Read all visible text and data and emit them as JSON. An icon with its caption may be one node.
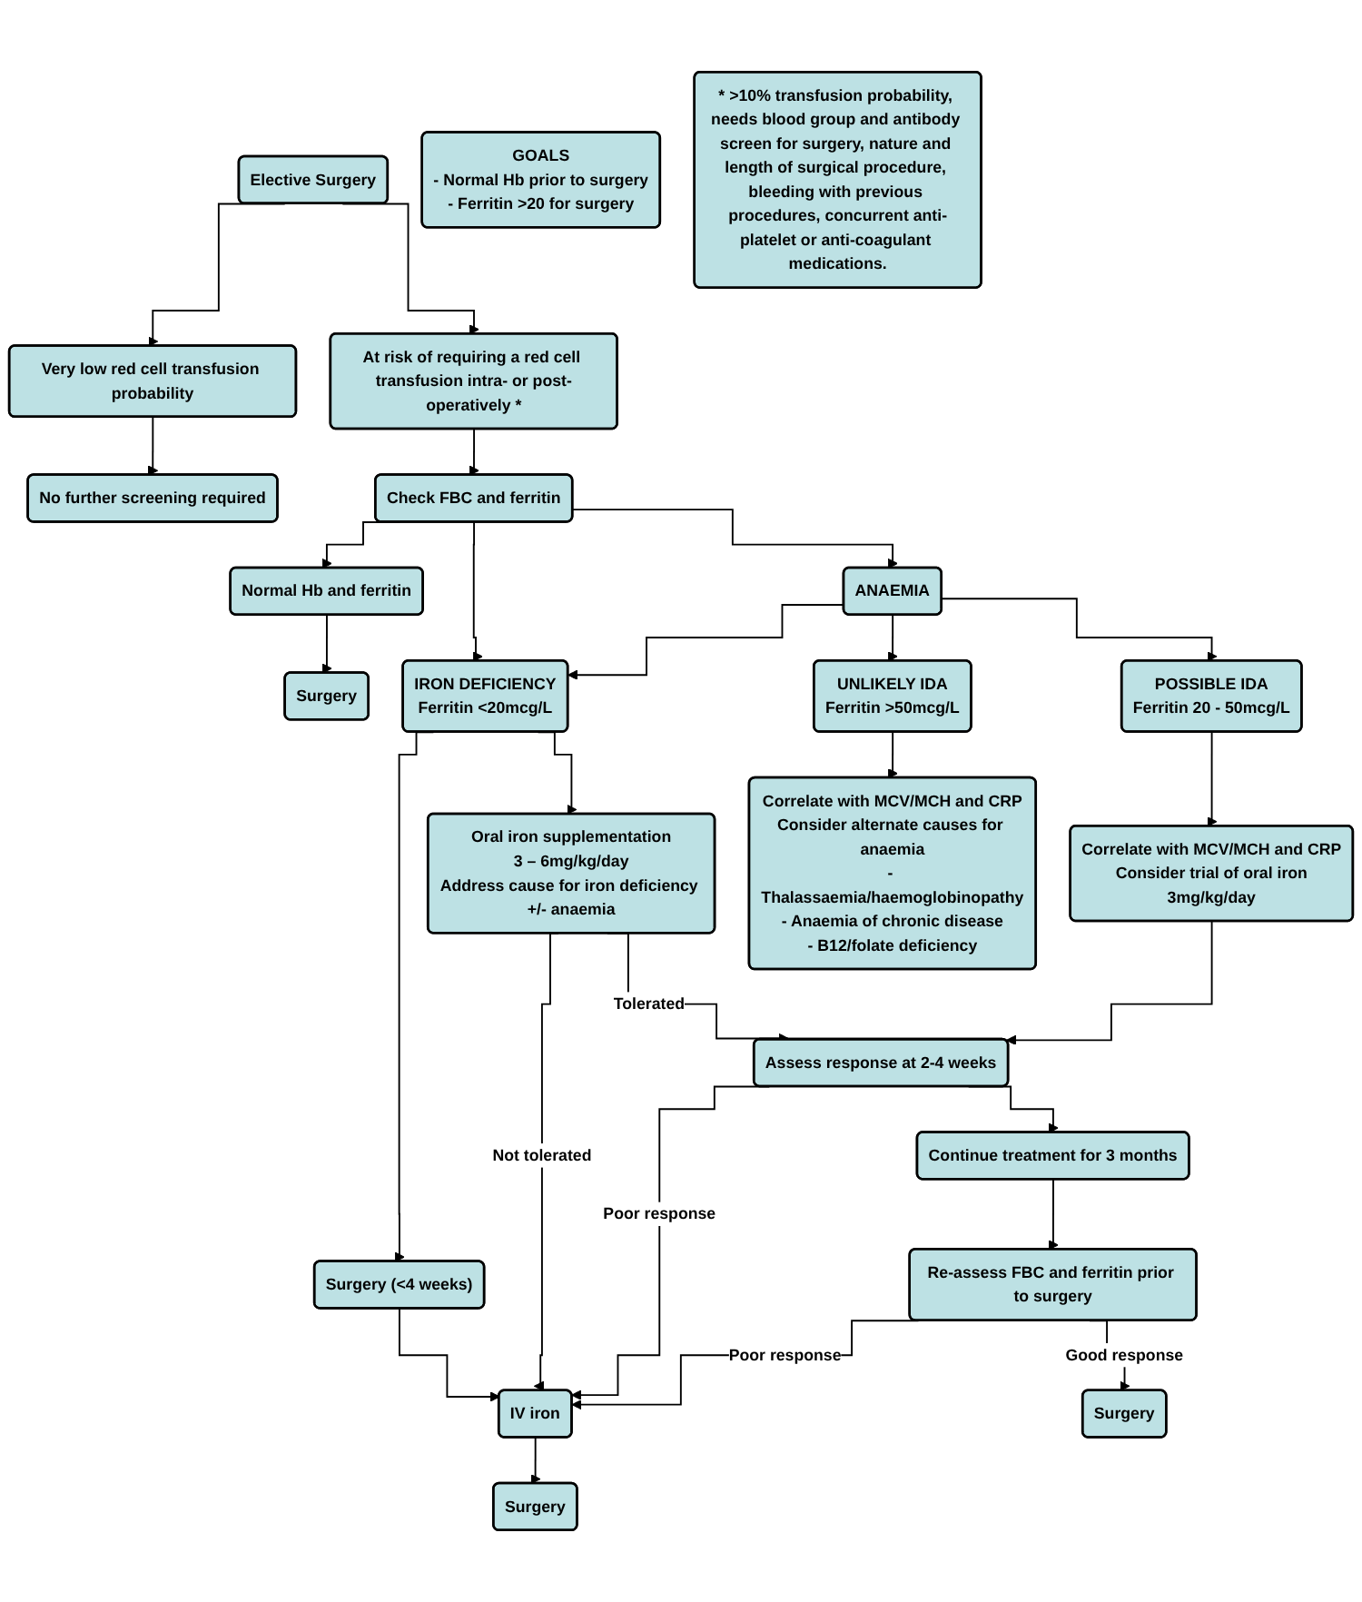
{
  "diagram": {
    "nodes": [
      {
        "text": [
          "Elective Surgery"
        ]
      },
      {
        "text": [
          "Very low red cell transfusion probability"
        ]
      },
      {
        "text": [
          "No further screening required"
        ]
      },
      {
        "text": [
          "At risk of requiring a red cell transfusion intra- or post-operatively *"
        ]
      },
      {
        "text": [
          "Check FBC and ferritin"
        ]
      },
      {
        "text": [
          "Normal Hb and ferritin"
        ]
      },
      {
        "text": [
          "Surgery"
        ]
      },
      {
        "text": [
          "ANAEMIA"
        ]
      },
      {
        "text": [
          "Surgery (<4 weeks)"
        ]
      },
      {
        "text": [
          "IRON DEFICIENCY",
          "Ferritin <20mcg/L"
        ]
      },
      {
        "text": [
          "POSSIBLE IDA",
          "Ferritin 20 - 50mcg/L"
        ]
      },
      {
        "text": [
          "UNLIKELY IDA",
          "Ferritin >50mcg/L"
        ]
      },
      {
        "text": [
          "Oral iron supplementation",
          "3 – 6mg/kg/day",
          "Address cause for iron deficiency +/- anaemia"
        ]
      },
      {
        "text": [
          "Correlate with MCV/MCH and CRP",
          "Consider trial of oral iron",
          "3mg/kg/day"
        ]
      },
      {
        "text": [
          "Correlate with MCV/MCH and CRP",
          "Consider alternate causes for anaemia",
          "- Thalassaemia/haemoglobinopathy",
          "- Anaemia of chronic disease",
          "- B12/folate deficiency"
        ]
      },
      {
        "text": [
          "IV iron"
        ]
      },
      {
        "text": [
          "Assess response at 2-4 weeks"
        ]
      },
      {
        "text": [
          "GOALS",
          "- Normal Hb prior to surgery",
          "- Ferritin >20 for surgery"
        ]
      },
      {
        "text": [
          "Continue treatment for 3 months"
        ]
      },
      {
        "text": [
          "Surgery"
        ]
      },
      {
        "text": [
          "Re-assess FBC and ferritin prior to surgery"
        ]
      },
      {
        "text": [
          "Surgery"
        ]
      },
      {
        "text": [
          "* >10% transfusion probability, needs blood group and antibody screen for surgery, nature and length of surgical procedure, bleeding with previous procedures, concurrent anti-platelet or anti-coagulant medications."
        ]
      }
    ],
    "edges": [
      {
        "from": 0,
        "to": 1,
        "arrow": "to"
      },
      {
        "from": 0,
        "to": 3,
        "arrow": "to"
      },
      {
        "from": 1,
        "to": 2,
        "arrow": "to"
      },
      {
        "from": 3,
        "to": 4,
        "arrow": "to"
      },
      {
        "from": 4,
        "to": 5,
        "arrow": "to"
      },
      {
        "from": 5,
        "to": 6,
        "arrow": "to"
      },
      {
        "from": 4,
        "to": 7,
        "arrow": "to"
      },
      {
        "from": 4,
        "to": 9,
        "arrow": "to"
      },
      {
        "from": 7,
        "to": 9,
        "arrow": "to"
      },
      {
        "from": 7,
        "to": 10,
        "arrow": "to"
      },
      {
        "from": 7,
        "to": 11,
        "arrow": "to"
      },
      {
        "from": 9,
        "to": 8,
        "arrow": "to"
      },
      {
        "from": 9,
        "to": 12,
        "arrow": "to"
      },
      {
        "from": 10,
        "to": 13,
        "arrow": "to"
      },
      {
        "from": 11,
        "to": 14,
        "arrow": "to"
      },
      {
        "from": 8,
        "to": 15,
        "arrow": "to"
      },
      {
        "from": 12,
        "to": 15,
        "arrow": "to",
        "label": "Not tolerated"
      },
      {
        "from": 12,
        "to": 16,
        "arrow": "to",
        "label": "Tolerated"
      },
      {
        "from": 13,
        "to": 16,
        "arrow": "to"
      },
      {
        "from": 16,
        "to": 15,
        "arrow": "to",
        "label": "Poor response"
      },
      {
        "from": 16,
        "to": 18,
        "arrow": "to"
      },
      {
        "from": 15,
        "to": 19,
        "arrow": "to"
      },
      {
        "from": 18,
        "to": 20,
        "arrow": "to"
      },
      {
        "from": 20,
        "to": 15,
        "arrow": "to",
        "label": "Poor response"
      },
      {
        "from": 20,
        "to": 21,
        "arrow": "to",
        "label": "Good response"
      }
    ]
  }
}
